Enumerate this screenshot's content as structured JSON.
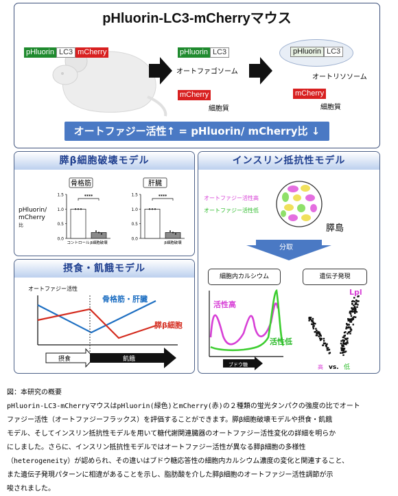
{
  "top": {
    "title": "pHluorin-LC3-mCherryマウス",
    "construct": [
      "pHluorin",
      "LC3",
      "mCherry"
    ],
    "autophagosome_tag": [
      "pHluorin",
      "LC3"
    ],
    "autophagosome_label": "オートファゴソーム",
    "cytoplasm_tag": "mCherry",
    "cytoplasm_label": "細胞質",
    "autolysosome_tag": [
      "pHluorin",
      "LC3"
    ],
    "autolysosome_label": "オートリソソーム",
    "cytoplasm_tag2": "mCherry",
    "cytoplasm_label2": "細胞質",
    "banner": "オートファジー活性↑ = pHluorin/ mCherry比 ↓"
  },
  "beta_panel": {
    "title": "膵β細胞破壊モデル",
    "ylabel_lines": [
      "pHluorin/",
      "mCherry",
      "比"
    ],
    "charts": [
      {
        "title": "骨格筋",
        "yticks": [
          "1.5",
          "1.0",
          "0.5",
          "0.0"
        ],
        "sig": "****",
        "categories": [
          "コントロール",
          "β細胞破壊"
        ]
      },
      {
        "title": "肝臓",
        "yticks": [
          "1.5",
          "1.0",
          "0.5",
          "0.0"
        ],
        "sig": "****",
        "categories": [
          "",
          "β細胞破壊"
        ]
      }
    ]
  },
  "chart_data": [
    {
      "type": "bar",
      "title": "骨格筋",
      "ylabel": "pHluorin/mCherry比",
      "categories": [
        "コントロール",
        "β細胞破壊"
      ],
      "values": [
        1.0,
        0.2
      ],
      "ylim": [
        0,
        1.5
      ]
    },
    {
      "type": "bar",
      "title": "肝臓",
      "ylabel": "pHluorin/mCherry比",
      "categories": [
        "",
        "β細胞破壊"
      ],
      "values": [
        1.0,
        0.2
      ],
      "ylim": [
        0,
        1.5
      ]
    }
  ],
  "feeding_panel": {
    "title": "摂食・飢餓モデル",
    "ylabel": "オートファジー活性",
    "line_label_blue": "骨格筋・肝臓",
    "line_label_red": "膵β細胞",
    "phase_feed": "摂食",
    "phase_fast": "飢餓",
    "colors": {
      "blue": "#1e6fc2",
      "red": "#d42b1e"
    }
  },
  "insulin_panel": {
    "title": "インスリン抵抗性モデル",
    "legend_high": "オートファジー活性高",
    "legend_low": "オートファジー活性低",
    "islet_label": "膵島",
    "sort_label": "分取",
    "box_calcium": "細胞内カルシウム",
    "box_gene": "遺伝子発現",
    "curve_high": "活性高",
    "curve_low": "活性低",
    "x_axis": "ブドウ糖",
    "lpl": "Lpl",
    "comp_high": "高",
    "comp_vs": "vs.",
    "comp_low": "低"
  },
  "caption": {
    "lines": [
      "図：本研究の概要",
      "pHluorin-LC3-mCherryマウスはpHluorin(緑色)とmCherry(赤)の２種類の蛍光タンパクの強度の比でオート",
      "ファジー活性（オートファジーフラックス）を評価することができます。膵β細胞破壊モデルや摂食・飢餓",
      "モデル、そしてインスリン抵抗性モデルを用いて糖代謝関連臓器のオートファジー活性変化の詳細を明らか",
      "にしました。さらに、インスリン抵抗性モデルではオートファジー活性が異なる膵β細胞の多様性",
      "（heterogeneity）が認められ、その違いはブドウ糖応答性の細胞内カルシウム濃度の変化と関連すること、",
      "また遺伝子発現パターンに相違があることを示し、脂肪酸を介した膵β細胞のオートファジー活性調節が示",
      "唆されました。"
    ]
  }
}
